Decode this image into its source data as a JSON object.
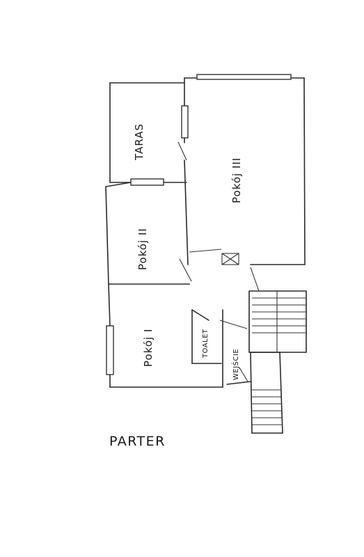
{
  "labels": {
    "taras": "TARAS",
    "room3": "Pokój III",
    "room2": "Pokój II",
    "room1": "Pokój I",
    "toilet": "TOALET",
    "entrance": "WEJŚCIE",
    "floor": "PARTER"
  }
}
